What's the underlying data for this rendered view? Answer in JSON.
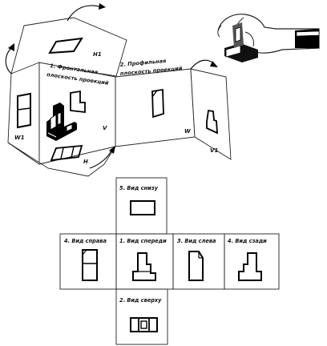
{
  "top_diagram": {
    "frontal_title_line1": "1. Фронтальная",
    "frontal_title_line2": "плоскость проекций",
    "profile_title_line1": "2. Профильная",
    "profile_title_line2": "плоскость проекций",
    "label_h1": "H1",
    "label_v": "V",
    "label_w1": "W1",
    "label_w": "W",
    "label_h": "H",
    "label_v1": "V1"
  },
  "unfolded_views": {
    "bottom_view_label": "5. Вид снизу",
    "right_view_label": "4. Вид справа",
    "front_view_label": "1. Вид спереди",
    "left_view_label": "3. Вид слева",
    "back_view_label": "4. Вид сзади",
    "top_view_label": "2. Вид сверху"
  }
}
